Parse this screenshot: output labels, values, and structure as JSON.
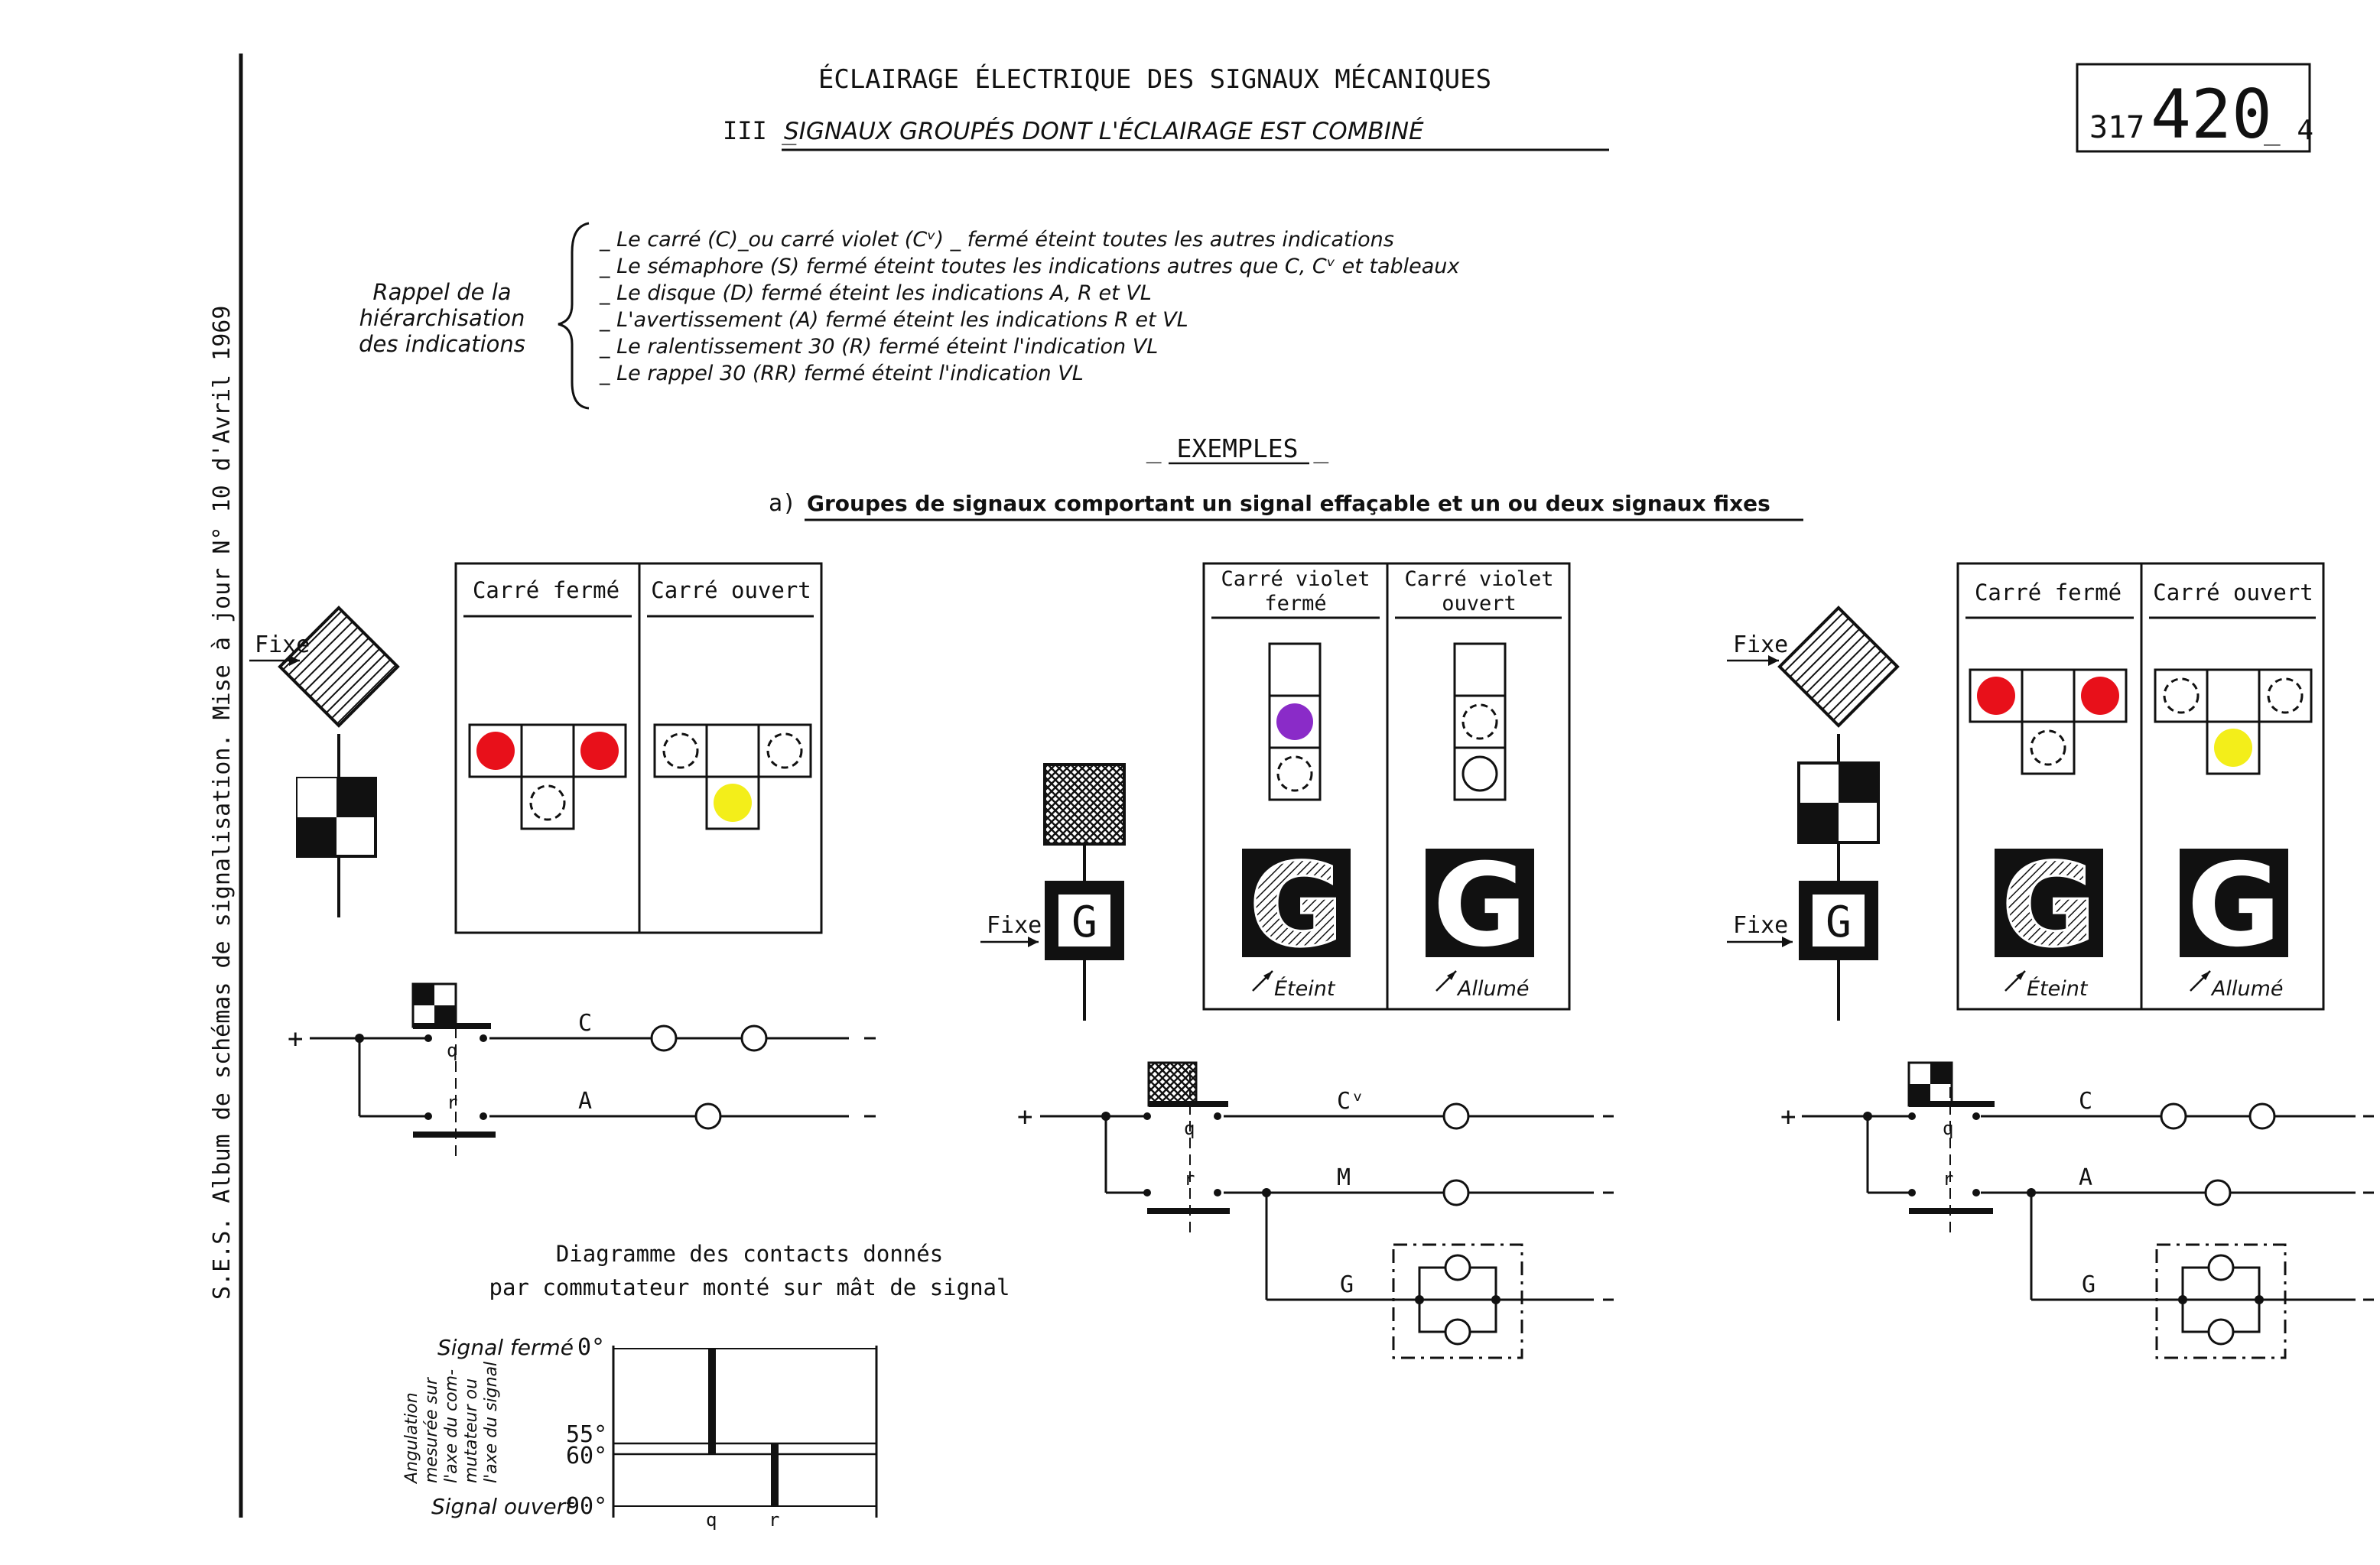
{
  "header": {
    "title": "ÉCLAIRAGE ÉLECTRIQUE DES SIGNAUX MÉCANIQUES",
    "subtitle_prefix": "III _",
    "subtitle": "SIGNAUX GROUPÉS DONT L'ÉCLAIRAGE EST COMBINÉ",
    "ref_prefix": "317",
    "ref_number": "420",
    "ref_suffix": "_ 4"
  },
  "margin": {
    "text": "S.E.S.     Album de schémas de signalisation.   Mise à jour N° 10 d'Avril 1969"
  },
  "rappel": {
    "label_lines": [
      "Rappel de la",
      "hiérarchisation",
      "des indications"
    ],
    "items": [
      "_ Le carré (C)_ou carré violet (Cᵛ) _ fermé éteint toutes les autres indications",
      "_ Le sémaphore (S) fermé éteint toutes les indications autres que C, Cᵛ et tableaux",
      "_ Le disque (D) fermé éteint les indications A, R et VL",
      "_ L'avertissement (A) fermé éteint les indications R et VL",
      "_ Le ralentissement 30 (R) fermé éteint l'indication VL",
      "_ Le rappel 30 (RR) fermé éteint l'indication VL"
    ]
  },
  "exemples": {
    "title": "_ EXEMPLES _",
    "subtitle_prefix": "a)",
    "subtitle": "Groupes de signaux comportant un signal effaçable et un ou deux signaux fixes"
  },
  "left_group": {
    "fixe_label": "Fixe",
    "box_headers": [
      "Carré fermé",
      "Carré ouvert"
    ],
    "circuit": {
      "plus": "+",
      "line1": "C",
      "line2": "A",
      "contact_q": "q",
      "contact_r": "r",
      "dash": "-"
    }
  },
  "middle_group": {
    "fixe_label": "Fixe",
    "g_letter": "G",
    "box_headers": [
      [
        "Carré violet",
        "fermé"
      ],
      [
        "Carré violet",
        "ouvert"
      ]
    ],
    "state_labels": [
      "Éteint",
      "Allumé"
    ],
    "circuit": {
      "plus": "+",
      "line1": "Cᵛ",
      "line2": "M",
      "line3": "G",
      "contact_q": "q",
      "contact_r": "r",
      "dash": "-"
    }
  },
  "right_group": {
    "fixe_labels": [
      "Fixe",
      "Fixe"
    ],
    "g_letter": "G",
    "box_headers": [
      "Carré fermé",
      "Carré ouvert"
    ],
    "state_labels": [
      "Éteint",
      "Allumé"
    ],
    "circuit": {
      "plus": "+",
      "line1": "C",
      "line2": "A",
      "line3": "G",
      "contact_q": "q",
      "contact_r": "r",
      "dash": "-"
    }
  },
  "contact_diagram": {
    "title_lines": [
      "Diagramme des contacts donnés",
      "par commutateur monté sur mât de signal"
    ],
    "y_axis_lines": [
      "Angulation",
      "mesurée sur",
      "l'axe du com-",
      "mutateur ou",
      "l'axe du signal"
    ],
    "labels": {
      "closed": "Signal fermé",
      "open": "Signal ouvert"
    },
    "angles": [
      "0°",
      "55°",
      "60°",
      "90°"
    ],
    "contacts": [
      "q",
      "r"
    ]
  },
  "colors": {
    "red": "#e8101a",
    "yellow": "#f3ee1a",
    "violet": "#8a2bc8",
    "ink": "#111111"
  }
}
